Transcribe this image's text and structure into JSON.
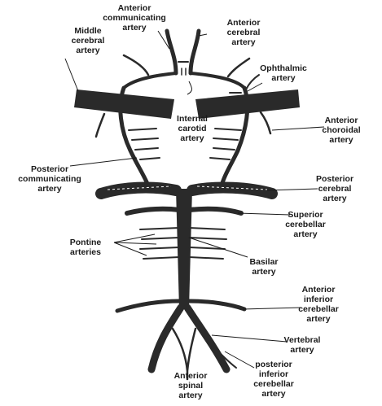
{
  "labels": {
    "anterior_communicating": "Anterior\ncommunicating\nartery",
    "anterior_cerebral": "Anterior\ncerebral\nartery",
    "middle_cerebral": "Middle\ncerebral\nartery",
    "ophthalmic": "Ophthalmic\nartery",
    "internal_carotid": "Internal\ncarotid\nartery",
    "anterior_choroidal": "Anterior\nchoroidal\nartery",
    "posterior_communicating": "Posterior\ncommunicating\nartery",
    "posterior_cerebral": "Posterior\ncerebral\nartery",
    "superior_cerebellar": "Superior\ncerebellar\nartery",
    "pontine": "Pontine\narteries",
    "basilar": "Basilar\nartery",
    "anterior_inferior_cerebellar": "Anterior\ninferior\ncerebellar\nartery",
    "vertebral": "Vertebral\nartery",
    "anterior_spinal": "Anterior\nspinal\nartery",
    "posterior_inferior_cerebellar": "posterior\ninferior\ncerebellar\nartery"
  }
}
